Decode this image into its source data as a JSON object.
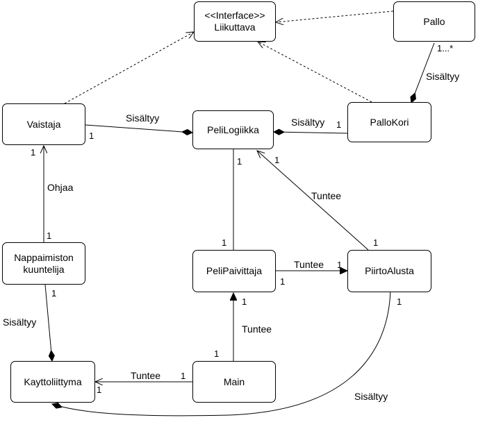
{
  "classes": {
    "liikuttava": {
      "stereotype": "<<Interface>>",
      "name": "Liikuttava"
    },
    "pallo": {
      "name": "Pallo"
    },
    "vaistaja": {
      "name": "Vaistaja"
    },
    "pelilogiikka": {
      "name": "PeliLogiikka"
    },
    "pallokori": {
      "name": "PalloKori"
    },
    "nappaimiston": {
      "line1": "Nappaimiston",
      "line2": "kuuntelija"
    },
    "pelipaivittaja": {
      "name": "PeliPaivittaja"
    },
    "piirtoalusta": {
      "name": "PiirtoAlusta"
    },
    "kayttoliittyma": {
      "name": "Kayttoliittyma"
    },
    "main": {
      "name": "Main"
    }
  },
  "labels": {
    "vaistaja_pelilogiikka": "Sisältyy",
    "pallokori_pelilogiikka": "Sisältyy",
    "pallo_pallokori": "Sisältyy",
    "ohjaa": "Ohjaa",
    "nappaimiston_kayttoliittyma": "Sisältyy",
    "piirtoalusta_pelilogiikka": "Tuntee",
    "pelipaivittaja_piirtoalusta": "Tuntee",
    "main_pelipaivittaja": "Tuntee",
    "main_kayttoliittyma": "Tuntee",
    "piirtoalusta_kayttoliittyma": "Sisältyy"
  },
  "multiplicities": {
    "pallo_end": "1...*",
    "vaistaja_right": "1",
    "vaistaja_bottom": "1",
    "pallokori_left": "1",
    "pelilogiikka_bottom": "1",
    "pelilogiikka_bottom_right": "1",
    "nappaimiston_top": "1",
    "nappaimiston_bottom": "1",
    "pelipaivittaja_top": "1",
    "pelipaivittaja_right": "1",
    "pelipaivittaja_bottom": "1",
    "piirtoalusta_left": "1",
    "piirtoalusta_top": "1",
    "piirtoalusta_bottom": "1",
    "main_top": "1",
    "main_left": "1",
    "kayttoliittyma_right": "1"
  }
}
